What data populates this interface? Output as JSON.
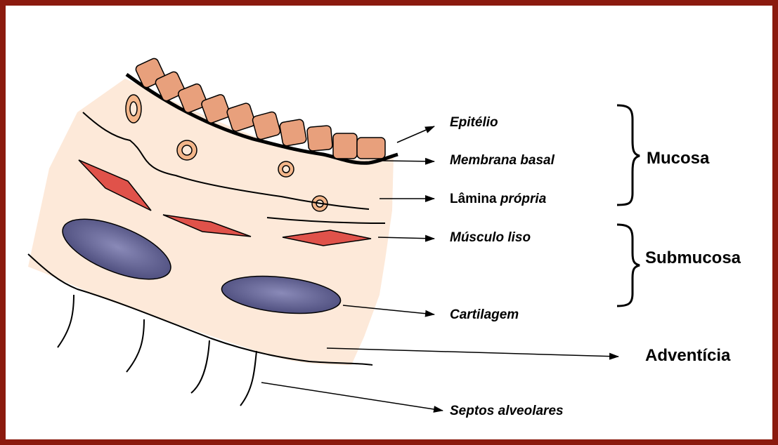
{
  "labels": {
    "epitelio": "Epitélio",
    "membrana_basal": "Membrana basal",
    "lamina_propria_prefix": "Lâmina",
    "lamina_propria_suffix": "própria",
    "musculo_liso": "Músculo liso",
    "cartilagem": "Cartilagem",
    "septos_alveolares": "Septos alveolares",
    "mucosa": "Mucosa",
    "submucosa": "Submucosa",
    "adventicia": "Adventícia"
  },
  "colors": {
    "border": "#8b1a0e",
    "tissue": "#fde9d9",
    "epithelial_cell": "#e8a07c",
    "muscle": "#e0524a",
    "cartilage": "#5a5a8a",
    "gland_ring": "#f4b68a"
  }
}
